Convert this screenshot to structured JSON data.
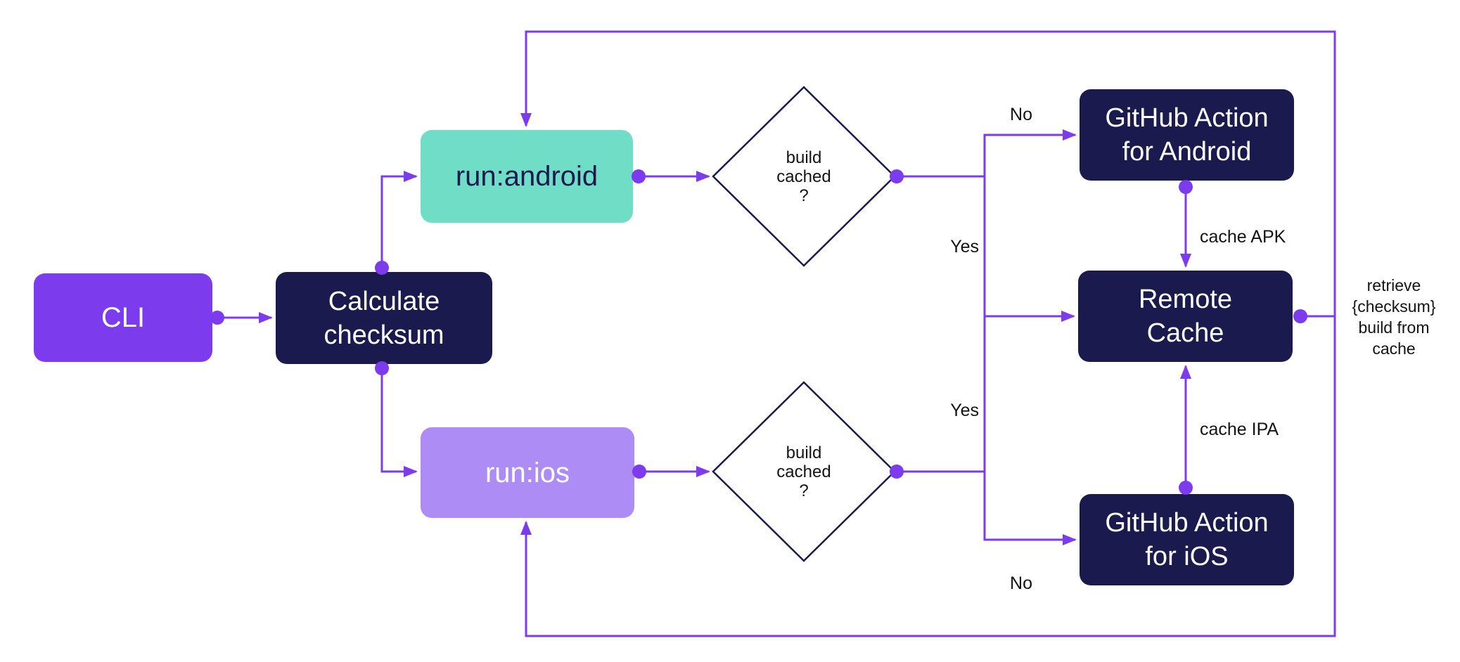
{
  "diagram_type": "flowchart",
  "colors": {
    "accent_purple": "#7C3BEC",
    "dark_navy": "#1A1A4E",
    "teal": "#70DEC6",
    "lavender": "#AE8CF5",
    "diamond_fill": "#FFFFFF",
    "label_text": "#141414",
    "background": "#FFFFFF"
  },
  "nodes": {
    "cli": {
      "label": "CLI",
      "type": "process"
    },
    "checksum": {
      "label": "Calculate\nchecksum",
      "type": "process"
    },
    "run_android": {
      "label": "run:android",
      "type": "process"
    },
    "run_ios": {
      "label": "run:ios",
      "type": "process"
    },
    "decision_android": {
      "label": "build\ncached\n?",
      "type": "decision"
    },
    "decision_ios": {
      "label": "build\ncached\n?",
      "type": "decision"
    },
    "gha_android": {
      "label": "GitHub Action\nfor Android",
      "type": "process"
    },
    "remote_cache": {
      "label": "Remote\nCache",
      "type": "process"
    },
    "gha_ios": {
      "label": "GitHub Action\nfor iOS",
      "type": "process"
    }
  },
  "edges": [
    {
      "from": "cli",
      "to": "checksum",
      "label": ""
    },
    {
      "from": "checksum",
      "to": "run_android",
      "label": ""
    },
    {
      "from": "checksum",
      "to": "run_ios",
      "label": ""
    },
    {
      "from": "run_android",
      "to": "decision_android",
      "label": ""
    },
    {
      "from": "decision_android",
      "to": "gha_android",
      "label": "No"
    },
    {
      "from": "decision_android",
      "to": "remote_cache",
      "label": "Yes"
    },
    {
      "from": "run_ios",
      "to": "decision_ios",
      "label": ""
    },
    {
      "from": "decision_ios",
      "to": "gha_ios",
      "label": "No"
    },
    {
      "from": "decision_ios",
      "to": "remote_cache",
      "label": "Yes"
    },
    {
      "from": "gha_android",
      "to": "remote_cache",
      "label": "cache APK"
    },
    {
      "from": "gha_ios",
      "to": "remote_cache",
      "label": "cache IPA"
    },
    {
      "from": "remote_cache",
      "to": "run_android",
      "label": "retrieve\n{checksum}\nbuild from\ncache"
    },
    {
      "from": "remote_cache",
      "to": "run_ios",
      "label": ""
    }
  ]
}
